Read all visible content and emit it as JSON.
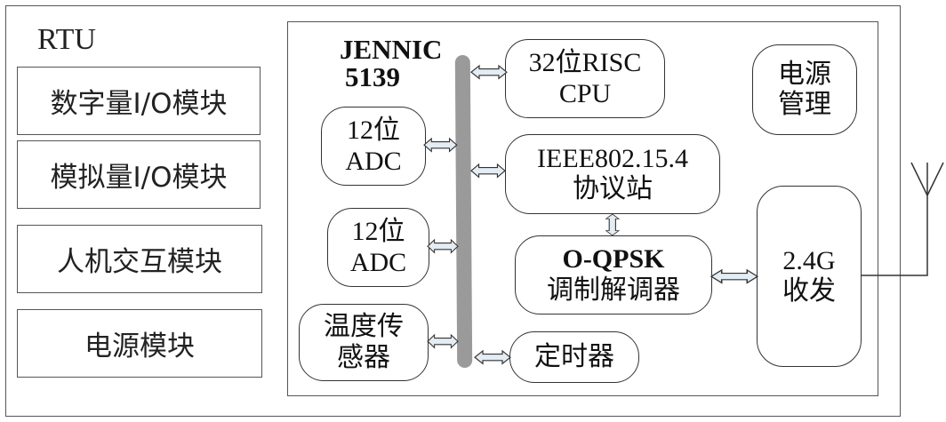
{
  "rtu": {
    "title": "RTU",
    "modules": [
      {
        "label": "数字量I/O模块"
      },
      {
        "label": "模拟量I/O模块"
      },
      {
        "label": "人机交互模块"
      },
      {
        "label": "电源模块"
      }
    ]
  },
  "chip": {
    "name_line1": "JENNIC",
    "name_line2": "5139",
    "blocks": {
      "cpu": {
        "line1": "32位RISC",
        "line2": "CPU"
      },
      "adc1": {
        "line1": "12位",
        "line2": "ADC"
      },
      "adc2": {
        "line1": "12位",
        "line2": "ADC"
      },
      "temp": {
        "line1": "温度传",
        "line2": "感器"
      },
      "ieee": {
        "line1": "IEEE802.15.4",
        "line2": "协议站"
      },
      "oqpsk": {
        "line1": "O-QPSK",
        "line2": "调制解调器"
      },
      "timer": {
        "line1": "定时器"
      },
      "power": {
        "line1": "电源",
        "line2": "管理"
      },
      "rf": {
        "line1": "2.4G",
        "line2": "收发"
      }
    }
  },
  "colors": {
    "bus": "#9a9a9a",
    "arrow_fill": "#e4ecf4",
    "arrow_stroke": "#333333",
    "border": "#555555"
  }
}
